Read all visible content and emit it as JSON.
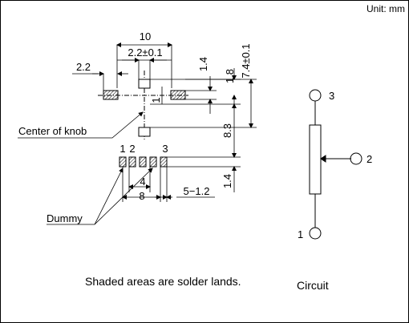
{
  "unit_label": "Unit: mm",
  "dimensions": {
    "d10": "10",
    "d22pm": "2.2±0.1",
    "d22": "2.2",
    "d14_top": "1.4",
    "d18": "1.8",
    "d74": "7.4±0.1",
    "d1": "1",
    "d83": "8.3",
    "d14_bot": "1.4",
    "d4": "4",
    "d8": "8",
    "d512": "5−1.2"
  },
  "callouts": {
    "center_of_knob": "Center of knob",
    "dummy": "Dummy"
  },
  "pins": {
    "left_1": "1",
    "left_2": "2",
    "left_3": "3"
  },
  "circuit_pins": {
    "p3": "3",
    "p2": "2",
    "p1": "1"
  },
  "captions": {
    "lands_note": "Shaded areas are solder lands.",
    "circuit": "Circuit"
  }
}
